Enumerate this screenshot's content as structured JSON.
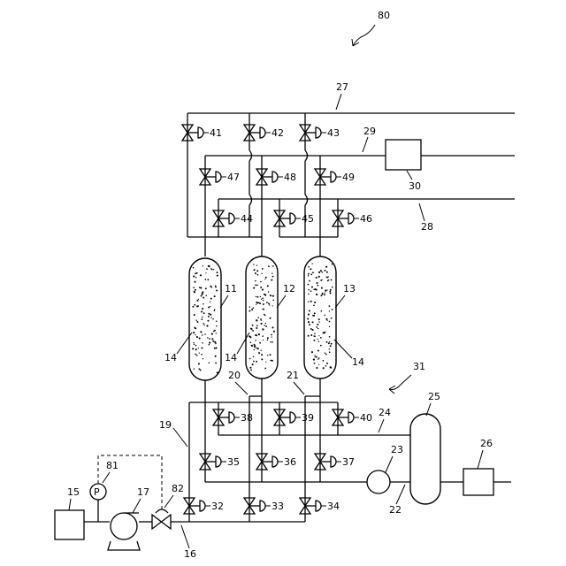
{
  "figure_number": "80",
  "labels": {
    "l11": "11",
    "l12": "12",
    "l13": "13",
    "l14a": "14",
    "l14b": "14",
    "l14c": "14",
    "l15": "15",
    "l16": "16",
    "l17": "17",
    "l19": "19",
    "l20": "20",
    "l21": "21",
    "l22": "22",
    "l23": "23",
    "l24": "24",
    "l25": "25",
    "l26": "26",
    "l27": "27",
    "l28": "28",
    "l29": "29",
    "l30": "30",
    "l31": "31",
    "l81": "81",
    "l82": "82"
  },
  "valves": [
    {
      "id": "41",
      "label": "41"
    },
    {
      "id": "42",
      "label": "42"
    },
    {
      "id": "43",
      "label": "43"
    },
    {
      "id": "47",
      "label": "47"
    },
    {
      "id": "48",
      "label": "48"
    },
    {
      "id": "49",
      "label": "49"
    },
    {
      "id": "44",
      "label": "44"
    },
    {
      "id": "45",
      "label": "45"
    },
    {
      "id": "46",
      "label": "46"
    },
    {
      "id": "38",
      "label": "38"
    },
    {
      "id": "39",
      "label": "39"
    },
    {
      "id": "40",
      "label": "40"
    },
    {
      "id": "35",
      "label": "35"
    },
    {
      "id": "36",
      "label": "36"
    },
    {
      "id": "37",
      "label": "37"
    },
    {
      "id": "32",
      "label": "32"
    },
    {
      "id": "33",
      "label": "33"
    },
    {
      "id": "34",
      "label": "34"
    }
  ],
  "pressure_gauge_symbol": "P"
}
